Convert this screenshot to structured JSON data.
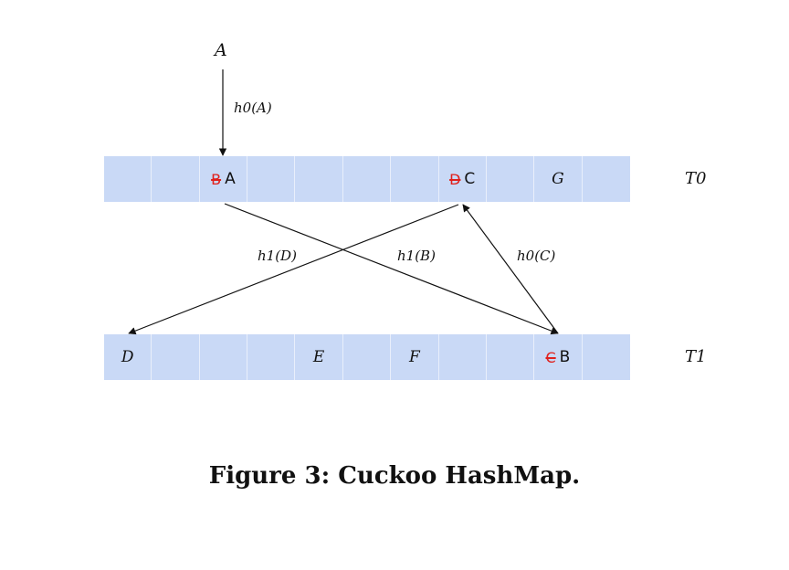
{
  "top_key": "A",
  "edge_labels": {
    "h0_A": "h0(A)",
    "h1_D": "h1(D)",
    "h1_B": "h1(B)",
    "h0_C": "h0(C)"
  },
  "table_t0": {
    "name": "T0",
    "cells": [
      {
        "current": "",
        "evicted": ""
      },
      {
        "current": "",
        "evicted": ""
      },
      {
        "current": "A",
        "evicted": "B"
      },
      {
        "current": "",
        "evicted": ""
      },
      {
        "current": "",
        "evicted": ""
      },
      {
        "current": "",
        "evicted": ""
      },
      {
        "current": "",
        "evicted": ""
      },
      {
        "current": "C",
        "evicted": "D"
      },
      {
        "current": "",
        "evicted": ""
      },
      {
        "current": "G",
        "evicted": ""
      },
      {
        "current": "",
        "evicted": ""
      }
    ]
  },
  "table_t1": {
    "name": "T1",
    "cells": [
      {
        "current": "D",
        "evicted": ""
      },
      {
        "current": "",
        "evicted": ""
      },
      {
        "current": "",
        "evicted": ""
      },
      {
        "current": "",
        "evicted": ""
      },
      {
        "current": "E",
        "evicted": ""
      },
      {
        "current": "",
        "evicted": ""
      },
      {
        "current": "F",
        "evicted": ""
      },
      {
        "current": "",
        "evicted": ""
      },
      {
        "current": "",
        "evicted": ""
      },
      {
        "current": "B",
        "evicted": "C"
      },
      {
        "current": "",
        "evicted": ""
      }
    ]
  },
  "caption": "Figure 3: Cuckoo HashMap.",
  "colors": {
    "cell_fill": "#c9d9f6",
    "evicted": "#e0201c"
  }
}
